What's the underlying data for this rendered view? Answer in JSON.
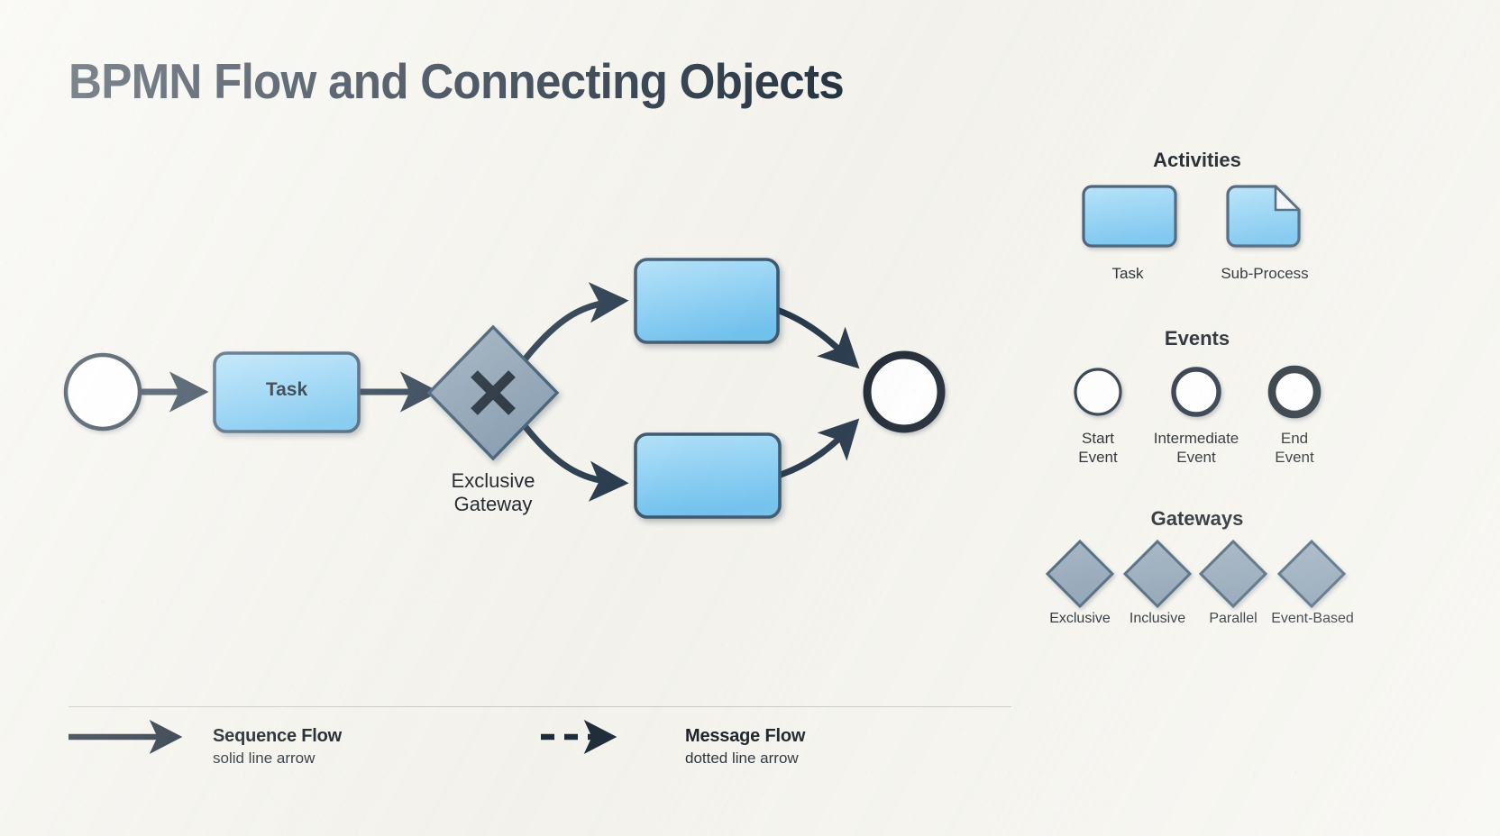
{
  "title": "BPMN Flow and Connecting Objects",
  "colors": {
    "background": "#f5f4ee",
    "ink": "#22303f",
    "stroke": "#25384a",
    "activity_fill_top": "#a9ddf8",
    "activity_fill_bottom": "#79c7f0",
    "gateway_fill": "#8ba2b6",
    "event_fill": "#ffffff",
    "divider": "#c9c8c0"
  },
  "diagram": {
    "name": "bpmn-process-flow",
    "start_event": {
      "label": "",
      "icon": "start-event-circle"
    },
    "task": {
      "label": "Task"
    },
    "gateway": {
      "label": "Exclusive\nGateway",
      "symbol": "×",
      "type": "exclusive"
    },
    "branch_top_task": {
      "label": ""
    },
    "branch_bottom_task": {
      "label": ""
    },
    "end_event": {
      "label": "",
      "icon": "end-event-circle"
    }
  },
  "legend": {
    "activities": {
      "heading": "Activities",
      "items": [
        {
          "label": "Task",
          "icon": "task-shape"
        },
        {
          "label": "Sub-Process",
          "icon": "subprocess-shape"
        }
      ]
    },
    "events": {
      "heading": "Events",
      "items": [
        {
          "label": "Start\nEvent",
          "icon": "start-event-circle"
        },
        {
          "label": "Intermediate\nEvent",
          "icon": "intermediate-event-circle"
        },
        {
          "label": "End\nEvent",
          "icon": "end-event-circle"
        }
      ]
    },
    "gateways": {
      "heading": "Gateways",
      "items": [
        {
          "label": "Exclusive",
          "icon": "gateway-diamond"
        },
        {
          "label": "Inclusive",
          "icon": "gateway-diamond"
        },
        {
          "label": "Parallel",
          "icon": "gateway-diamond"
        },
        {
          "label": "Event-Based",
          "icon": "gateway-diamond"
        }
      ]
    }
  },
  "flow_legend": [
    {
      "title": "Sequence Flow",
      "subtitle": "solid line arrow",
      "icon": "solid-arrow-icon"
    },
    {
      "title": "Message Flow",
      "subtitle": "dotted line arrow",
      "icon": "dashed-arrow-icon"
    }
  ]
}
